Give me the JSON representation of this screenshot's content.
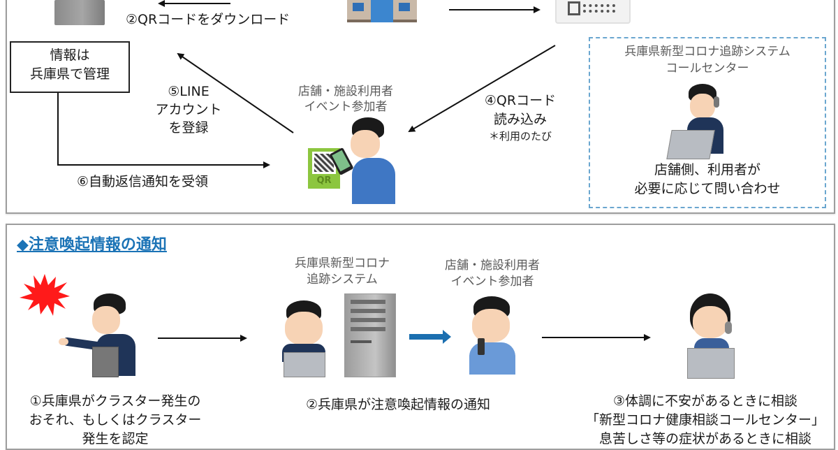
{
  "top_panel": {
    "step2_label": "②QRコードをダウンロード",
    "info_box": [
      "情報は",
      "兵庫県で管理"
    ],
    "step5_label": [
      "⑤LINE",
      "アカウント",
      "を登録"
    ],
    "user_label": [
      "店舗・施設利用者",
      "イベント参加者"
    ],
    "step4_label": [
      "④QRコード",
      "読み込み",
      "＊利用のたび"
    ],
    "step6_label": "⑥自動返信通知を受領",
    "call_center": {
      "title": [
        "兵庫県新型コロナ追跡システム",
        "コールセンター"
      ],
      "caption": [
        "店舗側、利用者が",
        "必要に応じて問い合わせ"
      ]
    },
    "qr_badge_text": "QR"
  },
  "bottom_panel": {
    "heading": "◆注意喚起情報の通知",
    "system_label": [
      "兵庫県新型コロナ",
      "追跡システム"
    ],
    "user_label": [
      "店舗・施設利用者",
      "イベント参加者"
    ],
    "step1_label": [
      "①兵庫県がクラスター発生の",
      "おそれ、もしくはクラスター",
      "発生を認定"
    ],
    "step2_label": "②兵庫県が注意喚起情報の通知",
    "step3_label": [
      "③体調に不安があるときに相談",
      "「新型コロナ健康相談コールセンター」",
      "息苦しさ等の症状があるときに相談"
    ]
  },
  "colors": {
    "accent_blue": "#1b73b6",
    "burst_red": "#ff1a1a",
    "qr_green": "#8cc63f",
    "dotted_border": "#6aa6cf"
  }
}
